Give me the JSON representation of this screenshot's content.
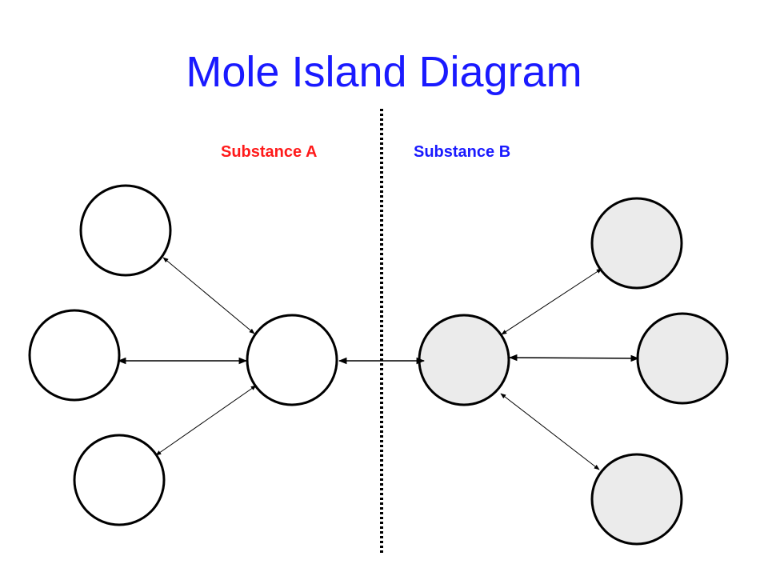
{
  "title": "Mole Island Diagram",
  "substance_a": {
    "label": "Substance A",
    "color": "#ff1a1a"
  },
  "substance_b": {
    "label": "Substance B",
    "color": "#1a1aff"
  },
  "colors": {
    "title": "#1a1aff",
    "island_a_fill": "#ffffff",
    "island_b_fill": "#ebebeb",
    "stroke": "#000000"
  }
}
